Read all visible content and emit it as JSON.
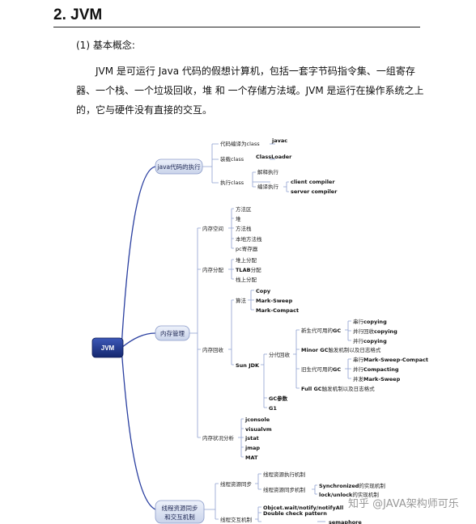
{
  "heading": "2. JVM",
  "subheading": "(1) 基本概念:",
  "paragraph": "JVM 是可运行 Java 代码的假想计算机，包括一套字节码指令集、一组寄存器、一个栈、一个垃圾回收，堆 和 一个存储方法域。JVM 是运行在操作系统之上的，它与硬件没有直接的交互。",
  "mindmap": {
    "root": "JVM",
    "n1": "java代码的执行",
    "n1_a": "代码编译为class",
    "n1_a1": "javac",
    "n1_b": "装载class",
    "n1_b1": "ClassLoader",
    "n1_c": "执行class",
    "n1_c1": "解释执行",
    "n1_c2": "编译执行",
    "n1_c2a": "client compiler",
    "n1_c2b": "server compiler",
    "n2": "内存管理",
    "n2_a": "内存空间",
    "n2_a1": "方法区",
    "n2_a2": "堆",
    "n2_a3": "方法栈",
    "n2_a4": "本地方法栈",
    "n2_a5": "pc寄存器",
    "n2_b": "内存分配",
    "n2_b1": "堆上分配",
    "n2_b2a": "TLAB",
    "n2_b2b": "分配",
    "n2_b3": "栈上分配",
    "n2_c": "内存回收",
    "n2_c1": "算法",
    "n2_c1a": "Copy",
    "n2_c1b": "Mark-Sweep",
    "n2_c1c": "Mark-Compact",
    "n2_c2": "Sun JDK",
    "n2_c2a": "分代回收",
    "n2_y": "新生代可用的",
    "gc": "GC",
    "n2_y1": "串行",
    "n2_y1b": "copying",
    "n2_y2": "并行回收",
    "n2_y2b": "copying",
    "n2_y3": "并行",
    "n2_y3b": "copying",
    "n2_m": "Minor GC",
    "n2_m2": "触发机制以及日志格式",
    "n2_o": "旧生代可用的",
    "n2_o1": "串行",
    "n2_o1b": "Mark-Sweep-Compact",
    "n2_o2": "并行",
    "n2_o2b": "Compacting",
    "n2_o3": "并发",
    "n2_o3b": "Mark-Sweep",
    "n2_f": "Full GC",
    "n2_f2": "触发机制以及日志格式",
    "n2_c2b": "GC参数",
    "n2_c2c": "G1",
    "n2_d": "内存状况分析",
    "n2_d1": "jconsole",
    "n2_d2": "visualvm",
    "n2_d3": "jstat",
    "n2_d4": "jmap",
    "n2_d5": "MAT",
    "n3a": "线程资源同步",
    "n3b": "和交互机制",
    "n3_a": "线程资源同步",
    "n3_a1": "线程资源执行机制",
    "n3_a2": "线程资源同步机制",
    "n3_a2a": "Synchronized",
    "n3_a2a2": "的实现机制",
    "n3_a2b": "lock/unlock",
    "n3_a2b2": "的实现机制",
    "n3_b": "线程交互机制",
    "n3_b1": "Objcet.wait/notify/notifyAll",
    "n3_b2": "Double check pattern",
    "n3_b3": "semaphore"
  },
  "watermark": "知乎 @JAVA架构师可乐"
}
